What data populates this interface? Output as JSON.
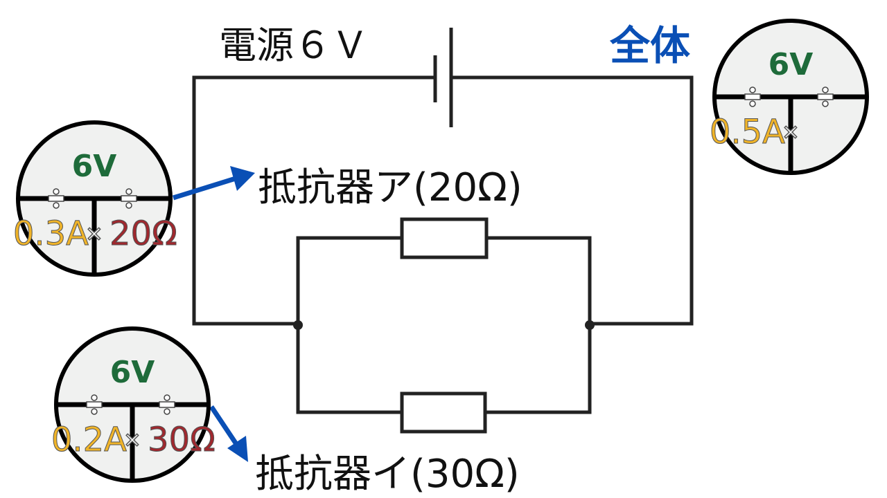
{
  "labels": {
    "power_source": "電源６Ｖ",
    "whole": "全体",
    "resistor_a": "抵抗器ア(20Ω)",
    "resistor_i": "抵抗器イ(30Ω)"
  },
  "meters": [
    {
      "name": "whole",
      "voltage": "6V",
      "current": "0.5A",
      "resistance": ""
    },
    {
      "name": "resistor-a",
      "voltage": "6V",
      "current": "0.3A",
      "resistance": "20Ω"
    },
    {
      "name": "resistor-i",
      "voltage": "6V",
      "current": "0.2A",
      "resistance": "30Ω"
    }
  ],
  "colors": {
    "voltage": "#1e6b3a",
    "current": "#f0b429",
    "resistance": "#a0282e",
    "arrow": "#0a4fb5",
    "whole": "#0a4fb5"
  }
}
